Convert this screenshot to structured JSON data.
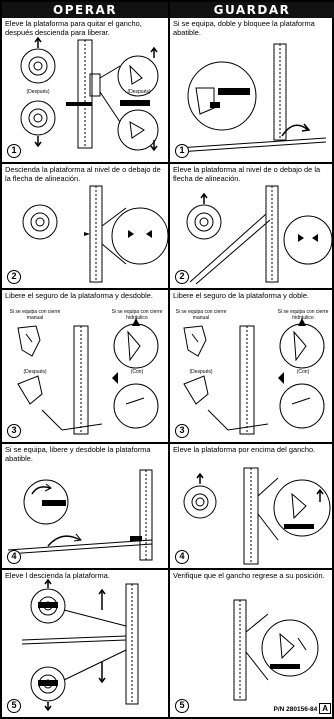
{
  "headers": {
    "operate": "OPERAR",
    "store": "GUARDAR"
  },
  "operate": [
    {
      "number": "1",
      "text": "Eleve la plataforma para quitar el gancho, después descienda para liberar.",
      "labels": {
        "after": "(Después)",
        "before": "(Después)"
      }
    },
    {
      "number": "2",
      "text": "Descienda la plataforma al nivel de o debajo de la flecha de alineación."
    },
    {
      "number": "3",
      "text": "Libere el seguro de la plataforma y desdoble.",
      "labels": {
        "manual": "Si se equipa con cierre manual",
        "hydraulic": "Si se equipa con cierre hidráulico",
        "after": "(Después)",
        "with": "(Con)"
      }
    },
    {
      "number": "4",
      "text": "Si se equipa, libere y desdoble la plataforma abatible."
    },
    {
      "number": "5",
      "text": "Eleve l descienda la plataforma."
    }
  ],
  "store": [
    {
      "number": "1",
      "text": "Si se equipa, doble y bloquee la plataforma abatible."
    },
    {
      "number": "2",
      "text": "Eleve la plataforma al nivel de o debajo de la flecha de alineación."
    },
    {
      "number": "3",
      "text": "Libere el seguro de la plataforma y doble.",
      "labels": {
        "manual": "Si se equipa con cierre manual",
        "hydraulic": "Si se equipa con cierre hidráulico",
        "after": "(Después)",
        "with": "(Con)"
      }
    },
    {
      "number": "4",
      "text": "Eleve la plataforma por encima del gancho."
    },
    {
      "number": "5",
      "text": "Verifique que el gancho regrese a su posición."
    }
  ],
  "part_number": "P/N 280156-84",
  "revision": "A"
}
